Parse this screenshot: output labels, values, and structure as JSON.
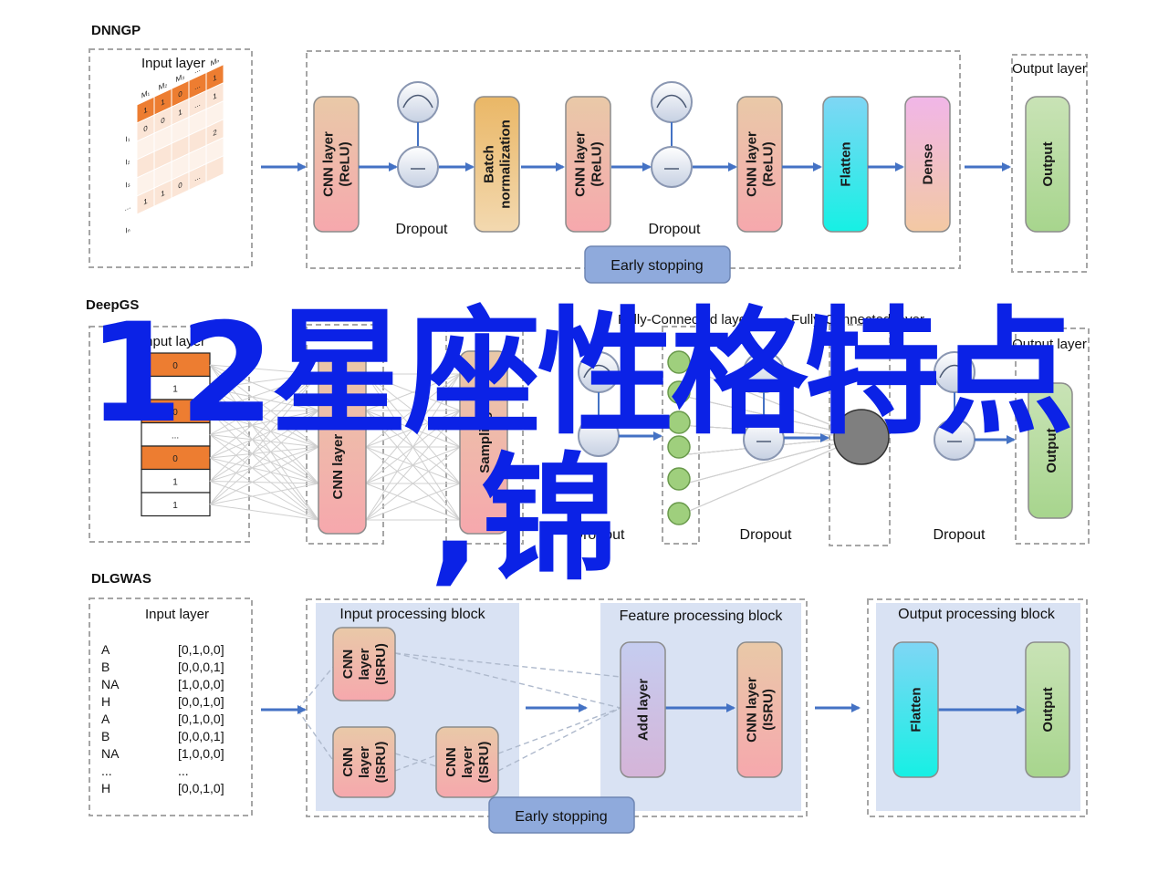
{
  "sections": {
    "dnngp": {
      "title": "DNNGP",
      "input_title": "Input layer",
      "layers": [
        "CNN layer (ReLU)",
        "Batch normalization",
        "CNN layer (ReLU)",
        "CNN layer (ReLU)",
        "Flatten",
        "Dense"
      ],
      "dropout": "Dropout",
      "early_stopping": "Early stopping",
      "output_title": "Output layer",
      "output": "Output",
      "matrix_rows": [
        [
          "1",
          "1",
          "0",
          "...",
          "1"
        ],
        [
          "0",
          "0",
          "1",
          "...",
          "1"
        ],
        [
          "",
          "",
          "",
          "",
          ""
        ],
        [
          "",
          "",
          "",
          "",
          "2"
        ],
        [
          "",
          "",
          "",
          "",
          ""
        ],
        [
          "1",
          "1",
          "0",
          "...",
          ""
        ]
      ],
      "matrix_cols": [
        "M₁",
        "M₂",
        "M₃",
        "...",
        "Mₙ"
      ],
      "matrix_rowlabels": [
        "I₁",
        "I₂",
        "I₃",
        "...",
        "Iₙ"
      ]
    },
    "deepgs": {
      "title": "DeepGS",
      "input_title": "Input layer",
      "input_cells": [
        "0",
        "1",
        "0",
        "...",
        "0",
        "1",
        "1"
      ],
      "cnn": "CNN layer (ReLU)",
      "sampling": "Sampling",
      "dropout": "Dropout",
      "fc1": "Fully-Connected layer",
      "fc2": "Fully-Connected layer",
      "output_title": "Output layer",
      "output": "Output"
    },
    "dlgwas": {
      "title": "DLGWAS",
      "input_title": "Input layer",
      "encodings": [
        {
          "k": "A",
          "v": "[0,1,0,0]"
        },
        {
          "k": "B",
          "v": "[0,0,0,1]"
        },
        {
          "k": "NA",
          "v": "[1,0,0,0]"
        },
        {
          "k": "H",
          "v": "[0,0,1,0]"
        },
        {
          "k": "A",
          "v": "[0,1,0,0]"
        },
        {
          "k": "B",
          "v": "[0,0,0,1]"
        },
        {
          "k": "NA",
          "v": "[1,0,0,0]"
        },
        {
          "k": "...",
          "v": "..."
        },
        {
          "k": "H",
          "v": "[0,0,1,0]"
        }
      ],
      "input_block": "Input processing block",
      "feature_block": "Feature processing block",
      "output_block": "Output processing block",
      "cnn_isru": "CNN layer (ISRU)",
      "add_layer": "Add layer",
      "flatten": "Flatten",
      "output": "Output",
      "early_stopping": "Early stopping"
    }
  },
  "overlay_text": "12星座性格特点",
  "overlay_text2": ",锦",
  "colors": {
    "arrow": "#4472c4",
    "cnn": "#f4b6aa",
    "batch": "#f1c27d",
    "flatten": "#3fe3f0",
    "dense": "#e8b6e0",
    "output": "#b7dba0",
    "block_bg": "#d9e2f3",
    "overlay": "#0b22e6"
  }
}
